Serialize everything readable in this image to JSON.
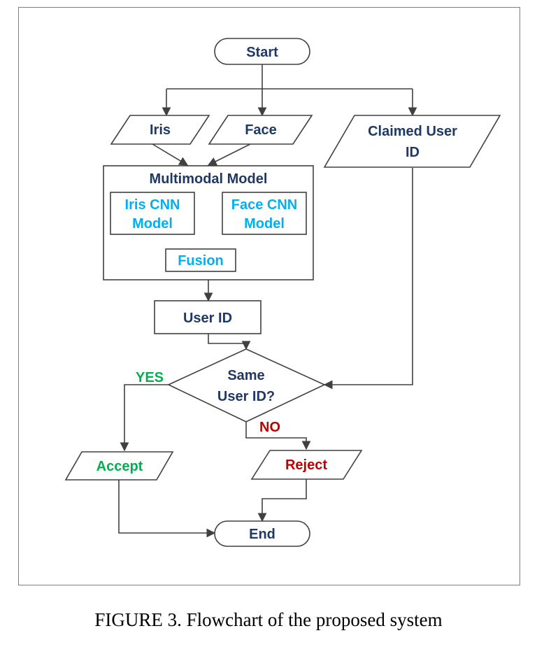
{
  "nodes": {
    "start": "Start",
    "iris": "Iris",
    "face": "Face",
    "claimed_id": [
      "Claimed User",
      "ID"
    ],
    "multimodal_title": "Multimodal Model",
    "iris_cnn": [
      "Iris CNN",
      "Model"
    ],
    "face_cnn": [
      "Face CNN",
      "Model"
    ],
    "fusion": "Fusion",
    "user_id": "User ID",
    "decision": [
      "Same",
      "User ID?"
    ],
    "yes": "YES",
    "no": "NO",
    "accept": "Accept",
    "reject": "Reject",
    "end": "End"
  },
  "colors": {
    "dark_text": "#1f3864",
    "model_text": "#00b0f0",
    "yes_text": "#00b050",
    "no_text": "#c00000",
    "line": "#404040"
  },
  "caption": "FIGURE 3. Flowchart of the proposed system"
}
